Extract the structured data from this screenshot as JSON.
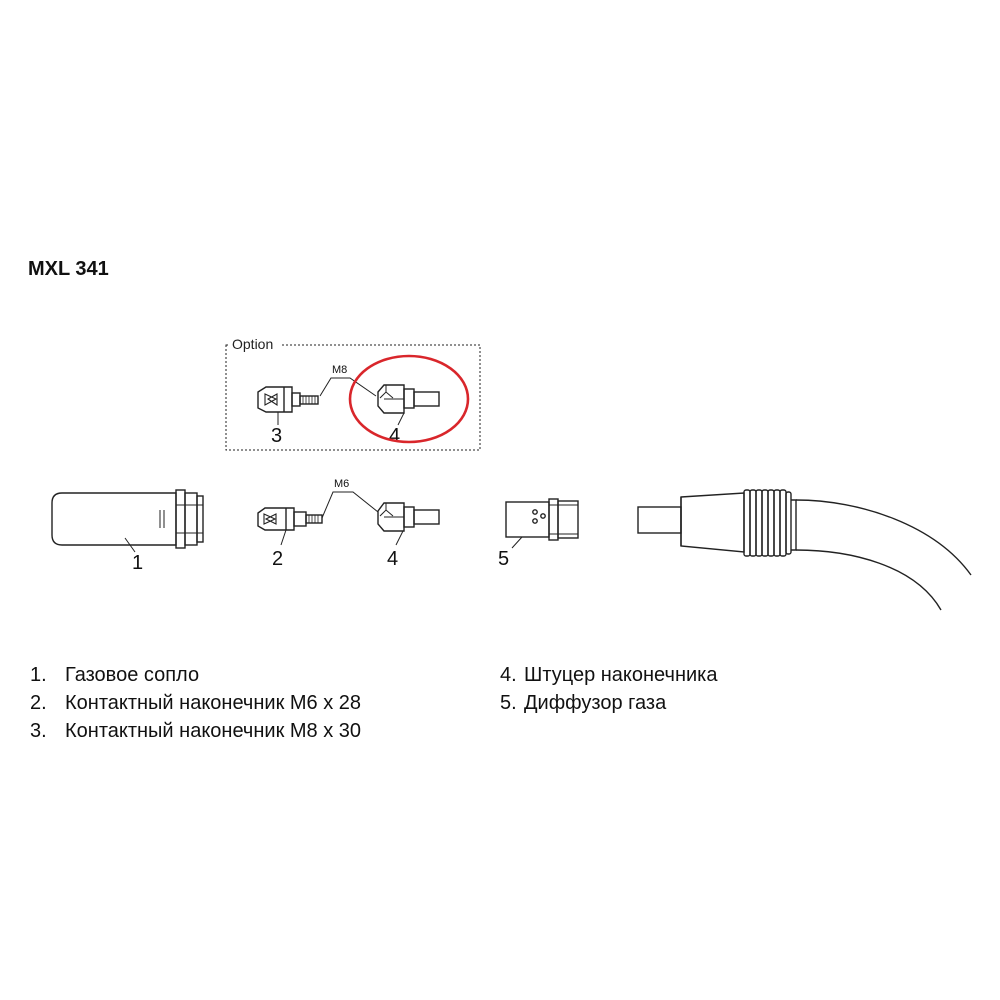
{
  "title": "MXL 341",
  "option_label": "Option",
  "thread_labels": {
    "top": "M8",
    "bottom": "M6"
  },
  "callouts": {
    "p1": "1",
    "p2": "2",
    "p3": "3",
    "p4_top": "4",
    "p4_bottom": "4",
    "p5": "5"
  },
  "highlight_color": "#d9262b",
  "legend_left": [
    {
      "num": "1.",
      "text": "Газовое сопло"
    },
    {
      "num": "2.",
      "text": "Контактный наконечник M6 x 28"
    },
    {
      "num": "3.",
      "text": "Контактный наконечник M8 x 30"
    }
  ],
  "legend_right": [
    {
      "num": "4.",
      "text": "Штуцер наконечника"
    },
    {
      "num": "5.",
      "text": "Диффузор газа"
    }
  ]
}
